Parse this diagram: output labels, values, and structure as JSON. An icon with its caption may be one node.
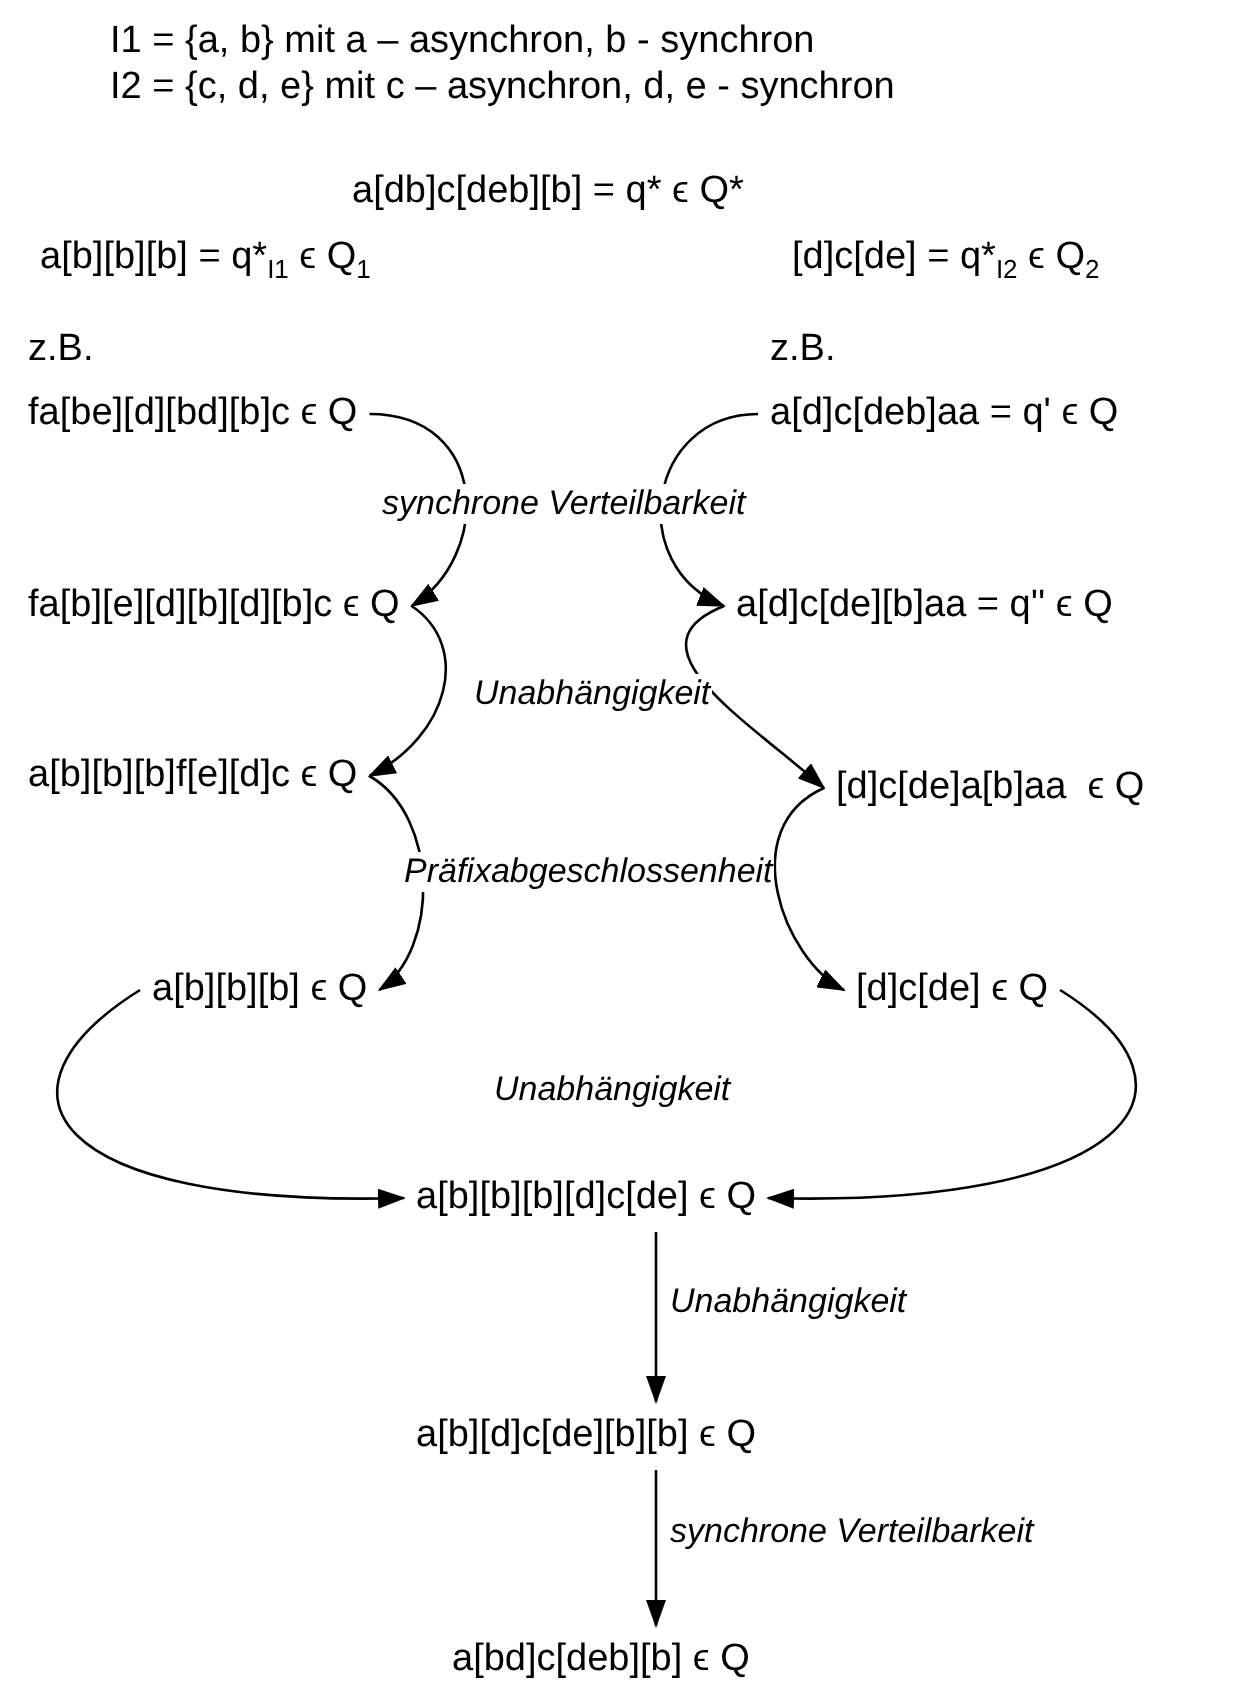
{
  "diagram": {
    "nodes": [
      {
        "text": [
          "fa[be][d][bd][b]c ϵ Q"
        ]
      },
      {
        "text": [
          "a[d]c[deb]aa = q' ϵ Q"
        ]
      },
      {
        "text": [
          "fa[b][e][d][b][d][b]c ϵ Q"
        ]
      },
      {
        "text": [
          "a[d]c[de][b]aa = q'' ϵ Q"
        ]
      },
      {
        "text": [
          "a[b][b][b]f[e][d]c ϵ Q"
        ]
      },
      {
        "text": [
          "[d]c[de]a[b]aa  ϵ Q"
        ]
      },
      {
        "text": [
          "a[b][b][b] ϵ Q"
        ]
      },
      {
        "text": [
          "[d]c[de] ϵ Q"
        ]
      },
      {
        "text": [
          "a[b][b][b][d]c[de] ϵ Q"
        ]
      },
      {
        "text": [
          "a[b][d]c[de][b][b] ϵ Q"
        ]
      },
      {
        "text": [
          "a[bd]c[deb][b] ϵ Q"
        ]
      }
    ],
    "edges": [
      {
        "from": 0,
        "to": 2,
        "arrow": "to",
        "label": "synchrone Verteilbarkeit"
      },
      {
        "from": 1,
        "to": 3,
        "arrow": "to"
      },
      {
        "from": 2,
        "to": 4,
        "arrow": "to",
        "label": "Unabhängigkeit"
      },
      {
        "from": 3,
        "to": 5,
        "arrow": "to"
      },
      {
        "from": 4,
        "to": 6,
        "arrow": "to",
        "label": "Präfixabgeschlossenheit"
      },
      {
        "from": 5,
        "to": 7,
        "arrow": "to"
      },
      {
        "from": 6,
        "to": 8,
        "arrow": "to",
        "label": "Unabhängigkeit"
      },
      {
        "from": 7,
        "to": 8,
        "arrow": "to"
      },
      {
        "from": 8,
        "to": 9,
        "arrow": "to",
        "label": "Unabhängigkeit"
      },
      {
        "from": 9,
        "to": 10,
        "arrow": "to",
        "label": "synchrone Verteilbarkeit"
      }
    ],
    "labels": [
      "I1 = {a, b} mit a – asynchron, b - synchron",
      "I2 = {c, d, e} mit c – asynchron, d, e - synchron",
      "a[db]c[deb][b] = q* ϵ Q*",
      "a[b][b][b] = q*$_{I1}$ ϵ Q$_{1}$",
      "[d]c[de] = q*$_{I2}$ ϵ Q$_{2}$",
      "z.B.",
      "z.B."
    ]
  }
}
